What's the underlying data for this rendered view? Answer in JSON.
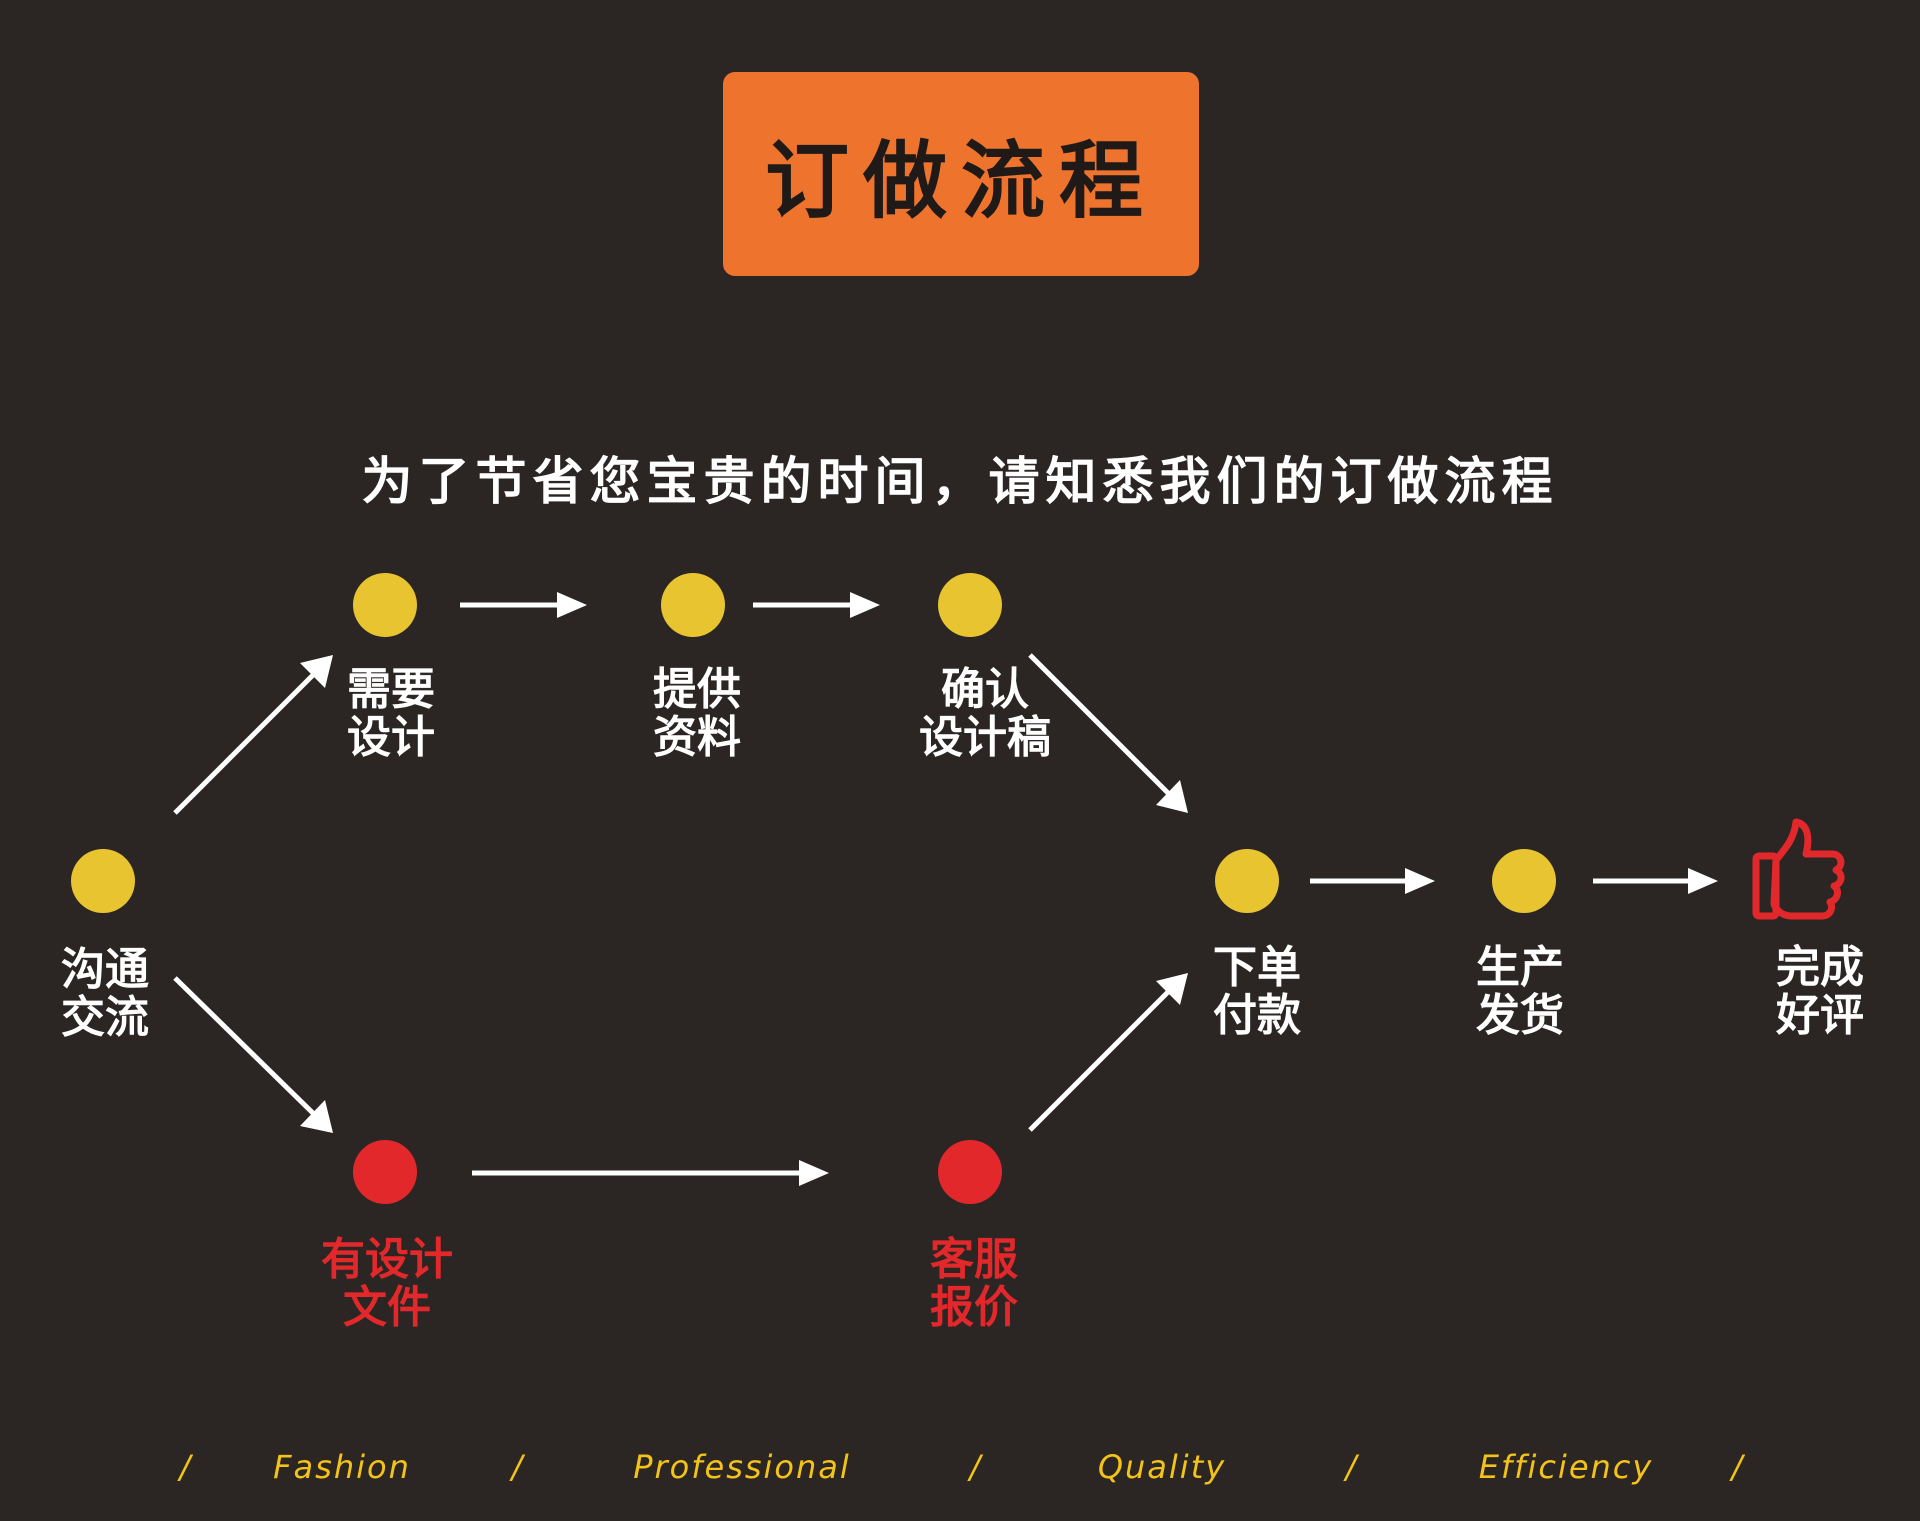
{
  "title": "订做流程",
  "subtitle": "为了节省您宝贵的时间，请知悉我们的订做流程",
  "nodes": {
    "communicate": {
      "line1": "沟通",
      "line2": "交流",
      "color": "#e8c530"
    },
    "need_design": {
      "line1": "需要",
      "line2": "设计",
      "color": "#e8c530"
    },
    "provide_materials": {
      "line1": "提供",
      "line2": "资料",
      "color": "#e8c530"
    },
    "confirm_draft": {
      "line1": "确认",
      "line2": "设计稿",
      "color": "#e8c530"
    },
    "order_pay": {
      "line1": "下单",
      "line2": "付款",
      "color": "#e8c530"
    },
    "produce_ship": {
      "line1": "生产",
      "line2": "发货",
      "color": "#e8c530"
    },
    "complete_review": {
      "line1": "完成",
      "line2": "好评",
      "icon": "thumbs-up-icon",
      "color": "#e3282b"
    },
    "has_design_file": {
      "line1": "有设计",
      "line2": "文件",
      "color": "#e3282b"
    },
    "service_quote": {
      "line1": "客服",
      "line2": "报价",
      "color": "#e3282b"
    }
  },
  "footer": {
    "items": [
      "Fashion",
      "Professional",
      "Quality",
      "Efficiency"
    ],
    "separator": "/",
    "color": "#f3c318"
  },
  "colors": {
    "background": "#2b2624",
    "title_box": "#ee732d",
    "title_text": "#1f1a17",
    "yellow_dot": "#e8c530",
    "red_dot": "#e3282b",
    "arrow": "#ffffff"
  }
}
